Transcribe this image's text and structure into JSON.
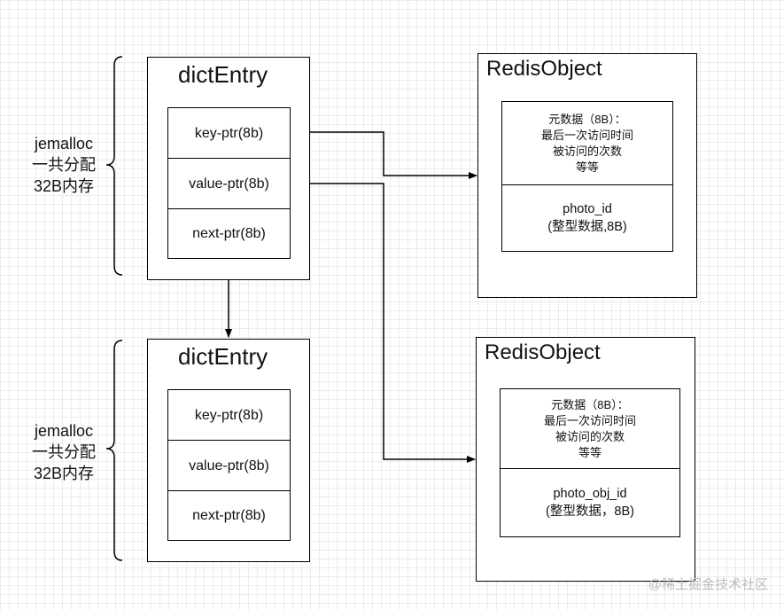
{
  "entries": [
    {
      "title": "dictEntry",
      "fields": [
        "key-ptr(8b)",
        "value-ptr(8b)",
        "next-ptr(8b)"
      ],
      "alloc": [
        "jemalloc",
        "一共分配",
        "32B内存"
      ]
    },
    {
      "title": "dictEntry",
      "fields": [
        "key-ptr(8b)",
        "value-ptr(8b)",
        "next-ptr(8b)"
      ],
      "alloc": [
        "jemalloc",
        "一共分配",
        "32B内存"
      ]
    }
  ],
  "objects": [
    {
      "title": "RedisObject",
      "meta": [
        "元数据（8B）：",
        "最后一次访问时间",
        "被访问的次数",
        "等等"
      ],
      "field": [
        "photo_id",
        "(整型数据,8B)"
      ]
    },
    {
      "title": "RedisObject",
      "meta": [
        "元数据（8B）：",
        "最后一次访问时间",
        "被访问的次数",
        "等等"
      ],
      "field": [
        "photo_obj_id",
        "(整型数据，8B)"
      ]
    }
  ],
  "watermark": "@稀土掘金技术社区"
}
